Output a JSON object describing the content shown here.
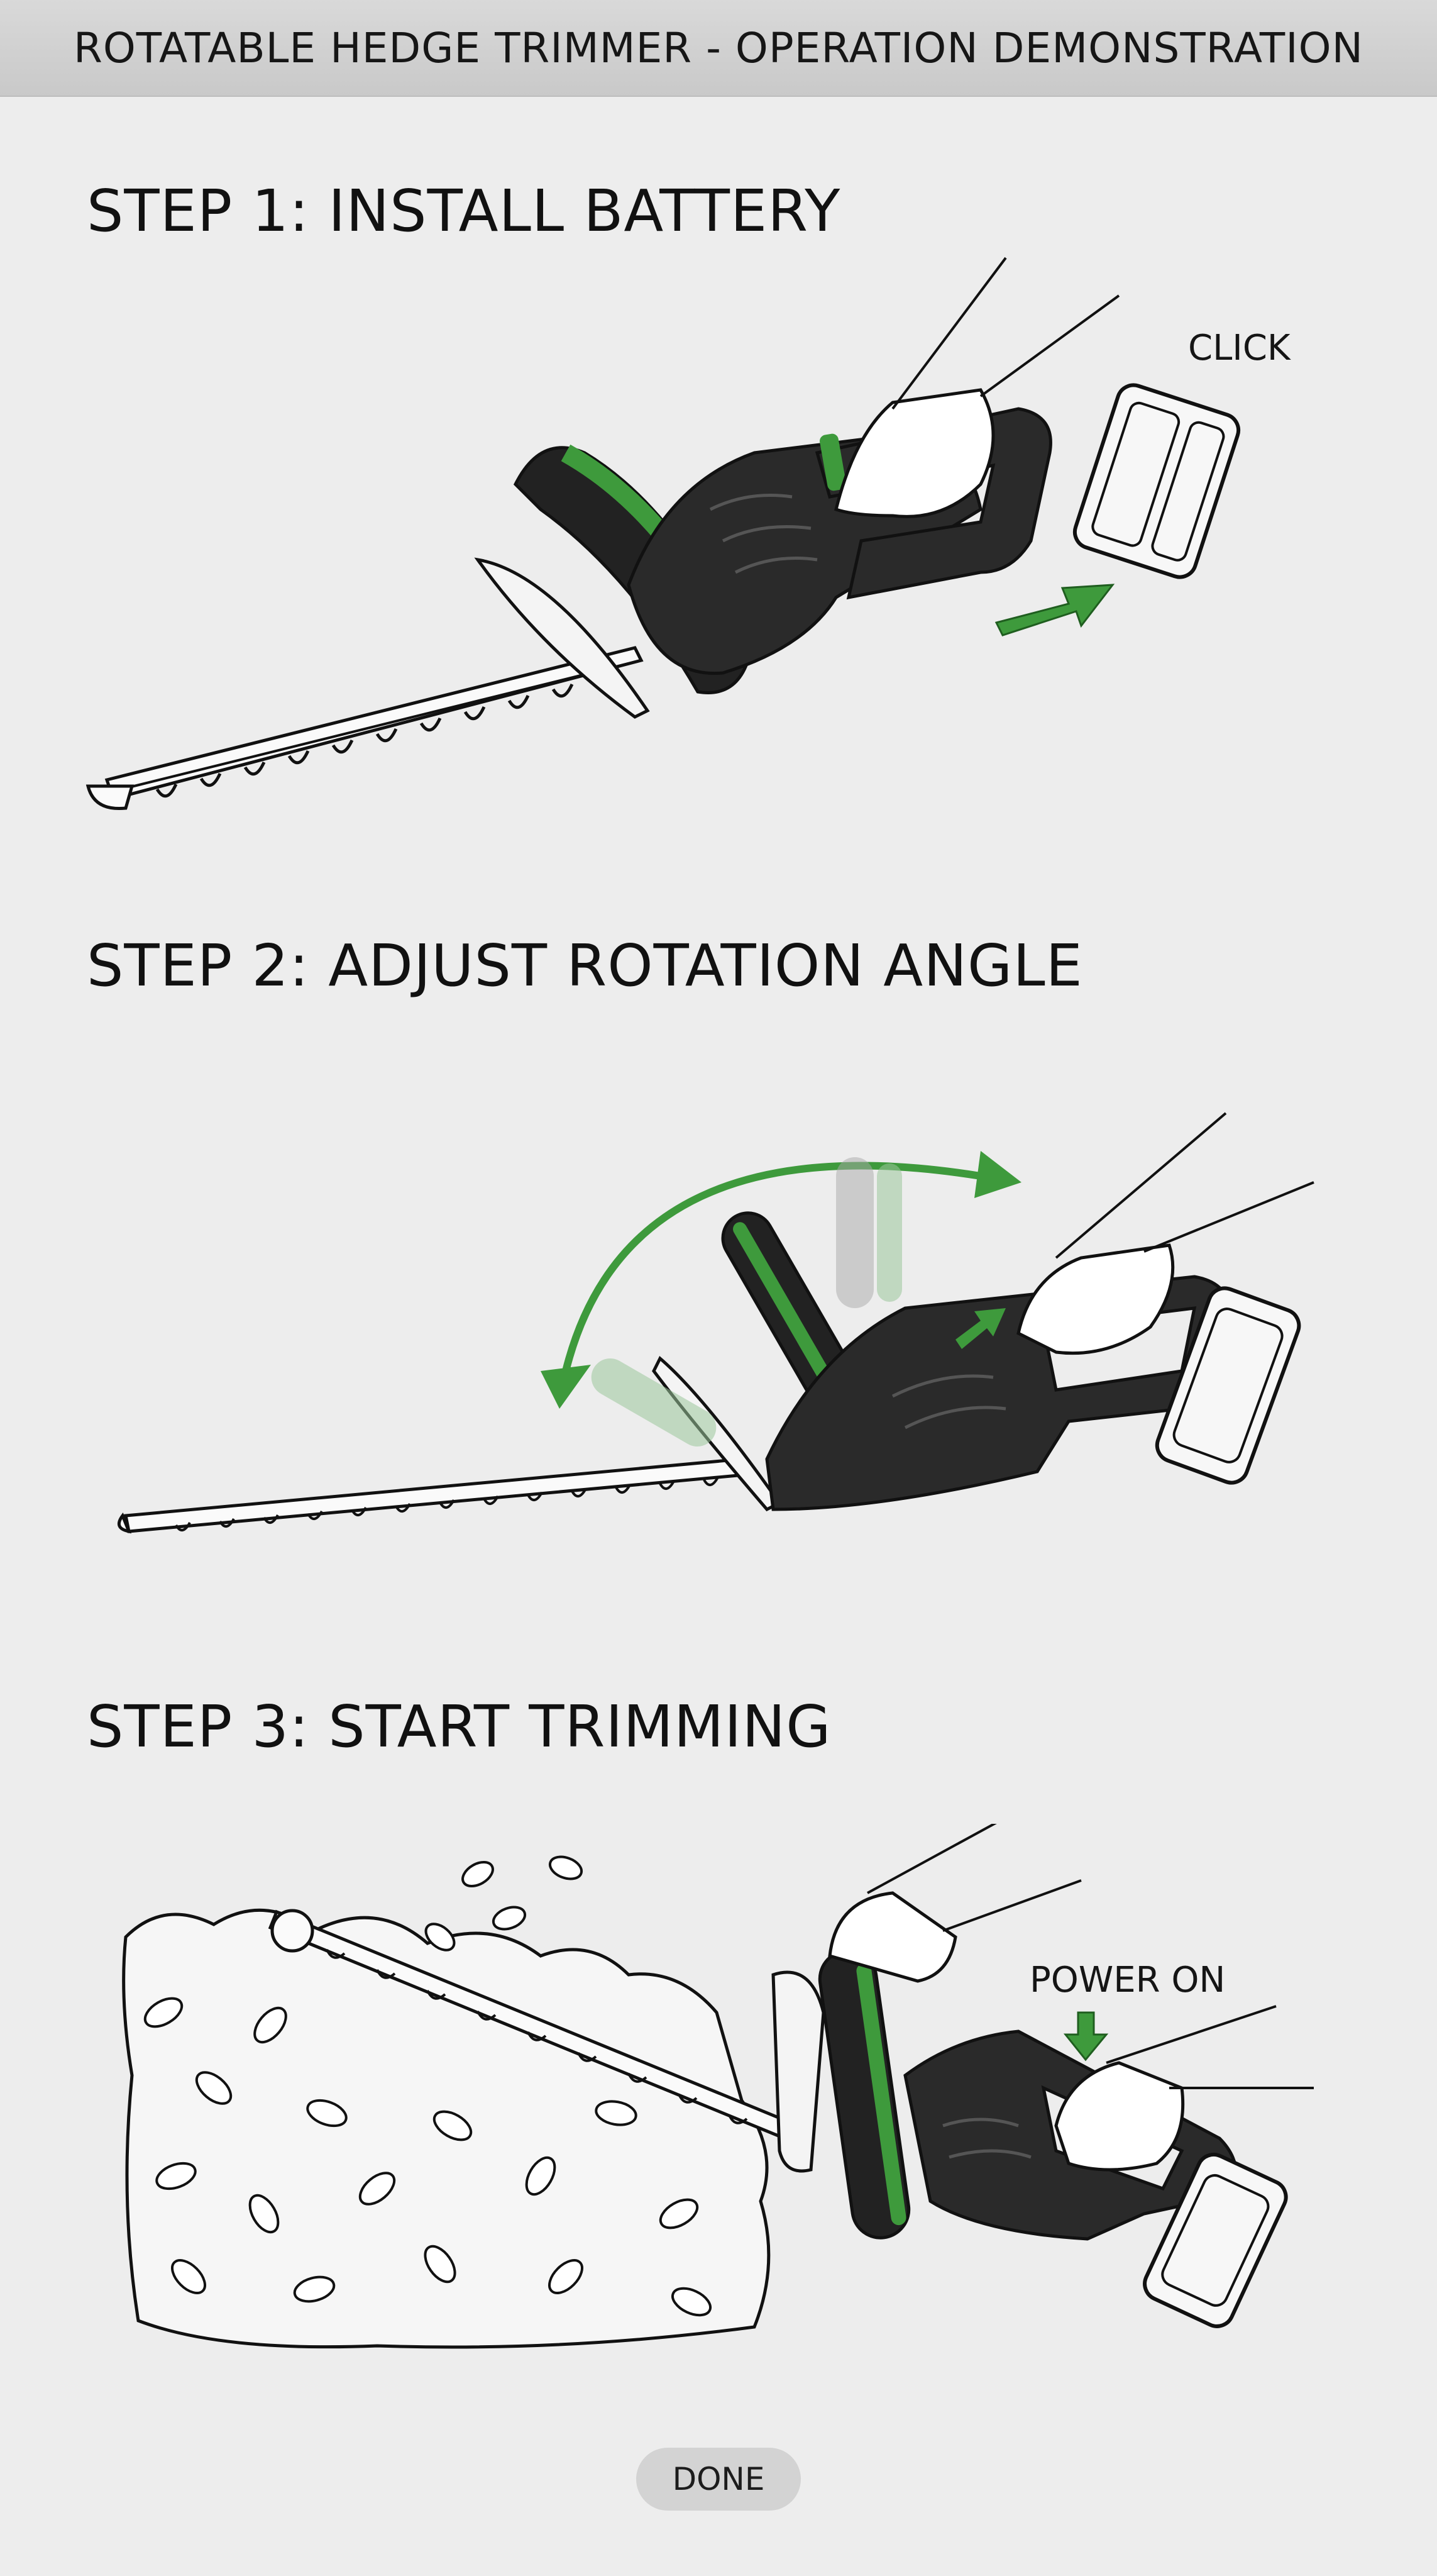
{
  "header": {
    "title": "ROTATABLE HEDGE TRIMMER - OPERATION DEMONSTRATION"
  },
  "steps": [
    {
      "heading": "STEP 1: INSTALL BATTERY",
      "callout": "CLICK"
    },
    {
      "heading": "STEP 2: ADJUST ROTATION ANGLE"
    },
    {
      "heading": "STEP 3: START TRIMMING",
      "callout": "POWER ON"
    }
  ],
  "actions": {
    "done_label": "DONE"
  },
  "colors": {
    "accent_green": "#3e9a3c",
    "tool_body": "#2a2a2a",
    "header_bg": "#cfcfcf",
    "page_bg": "#ededed",
    "button_bg": "#d3d3d3"
  },
  "icons": [
    "insert-arrow-icon",
    "rotation-arc-icon",
    "press-arrow-icon"
  ]
}
